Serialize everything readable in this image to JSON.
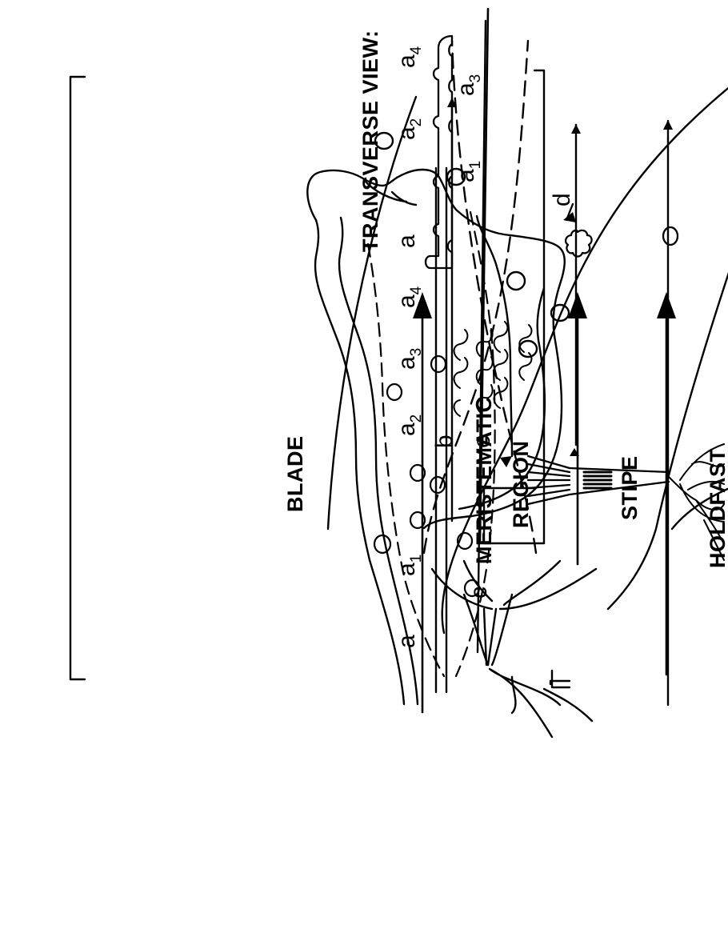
{
  "labels": {
    "transverse_view": "TRANSVERSE VIEW:",
    "blade": "BLADE",
    "meristematic": "MERISTEMATIC",
    "region": "REGION",
    "stipe": "STIPE",
    "holdfast": "HOLDFAST"
  },
  "transverse_marks": [
    {
      "letter": "a",
      "sub": ""
    },
    {
      "letter": "a",
      "sub": "1"
    },
    {
      "letter": "a",
      "sub": "2"
    },
    {
      "letter": "a",
      "sub": "3"
    },
    {
      "letter": "a",
      "sub": "4"
    }
  ],
  "blade_marks": [
    {
      "letter": "a",
      "sub": ""
    },
    {
      "letter": "a",
      "sub": "1"
    },
    {
      "letter": "a",
      "sub": "2"
    },
    {
      "letter": "a",
      "sub": "3"
    },
    {
      "letter": "a",
      "sub": "4"
    }
  ],
  "pointers": {
    "b": "b",
    "c": "c",
    "d": "d",
    "e": "e"
  },
  "colors": {
    "ink": "#000000",
    "background": "#ffffff"
  }
}
